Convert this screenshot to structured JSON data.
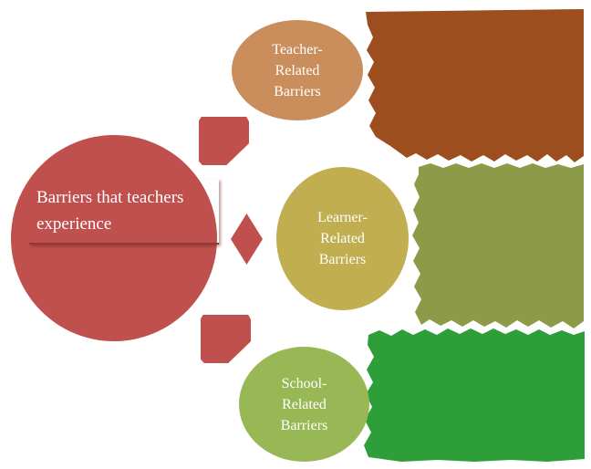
{
  "diagram": {
    "kind": "radial-list-diagram",
    "text_color": "#ffffff",
    "root": {
      "label": "Barriers that teachers\nexperience",
      "color": "#c0504d",
      "underline_color": "#8e3a38"
    },
    "connector_color": "#c0504d",
    "branches": [
      {
        "id": "teacher-related",
        "label": "Teacher-\nRelated\nBarriers",
        "circle_color": "#c98e5b",
        "block_color": "#9c4e1e",
        "block_text_legible": false
      },
      {
        "id": "learner-related",
        "label": "Learner-\nRelated\nBarriers",
        "circle_color": "#c0ae51",
        "block_color": "#8d9a48",
        "block_text_legible": false
      },
      {
        "id": "school-related",
        "label": "School-\nRelated\nBarriers",
        "circle_color": "#97b855",
        "block_color": "#2e9e3a",
        "block_text_legible": false
      }
    ]
  }
}
